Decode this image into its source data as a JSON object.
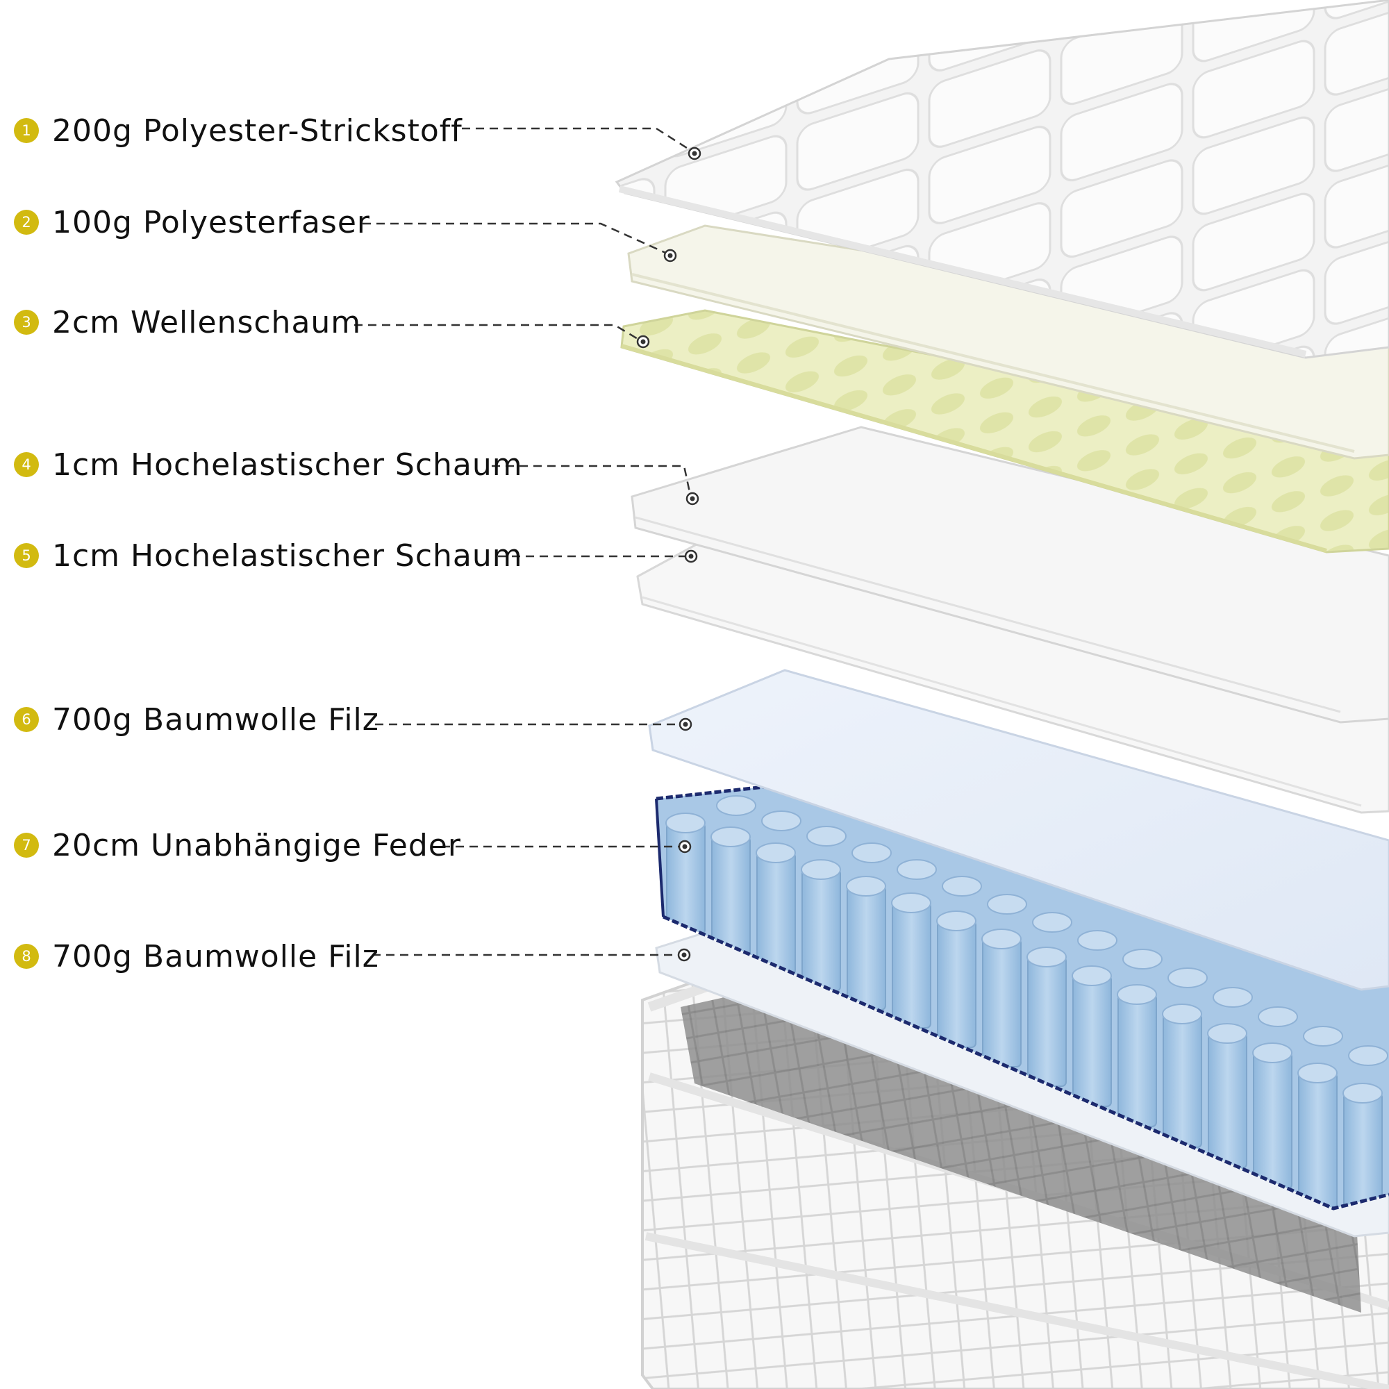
{
  "accent_color": "#d2ba10",
  "layers": [
    {
      "number": "1",
      "label": "200g Polyester-Strickstoff"
    },
    {
      "number": "2",
      "label": "100g Polyesterfaser"
    },
    {
      "number": "3",
      "label": "2cm Wellenschaum"
    },
    {
      "number": "4",
      "label": "1cm Hochelastischer Schaum"
    },
    {
      "number": "5",
      "label": "1cm Hochelastischer Schaum"
    },
    {
      "number": "6",
      "label": "700g Baumwolle Filz"
    },
    {
      "number": "7",
      "label": "20cm Unabhängige Feder"
    },
    {
      "number": "8",
      "label": "700g Baumwolle Filz"
    }
  ]
}
